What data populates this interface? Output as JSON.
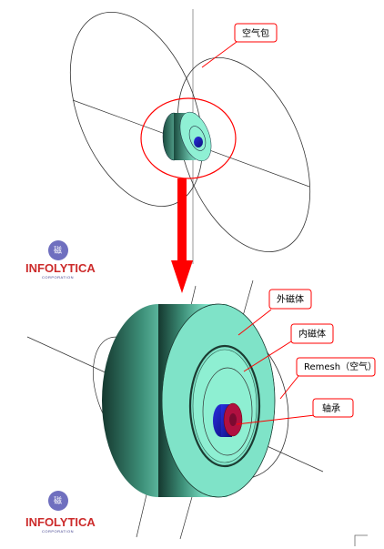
{
  "labels": {
    "air_bag": "空气包",
    "outer_magnet": "外磁体",
    "inner_magnet": "内磁体",
    "remesh_air": "Remesh（空气）",
    "bearing": "轴承"
  },
  "logo": {
    "name": "INFOLYTICA",
    "sub": "CORPORATION",
    "seal": "磁"
  },
  "colors": {
    "magnet": "#7fe3c8",
    "magnet_dark": "#1f4a3e",
    "bearing": "#1f22c9",
    "bearing_end": "#b01040",
    "arrow": "#ff0000",
    "callout_line": "#ff0000",
    "callout_border": "#ff0000"
  }
}
